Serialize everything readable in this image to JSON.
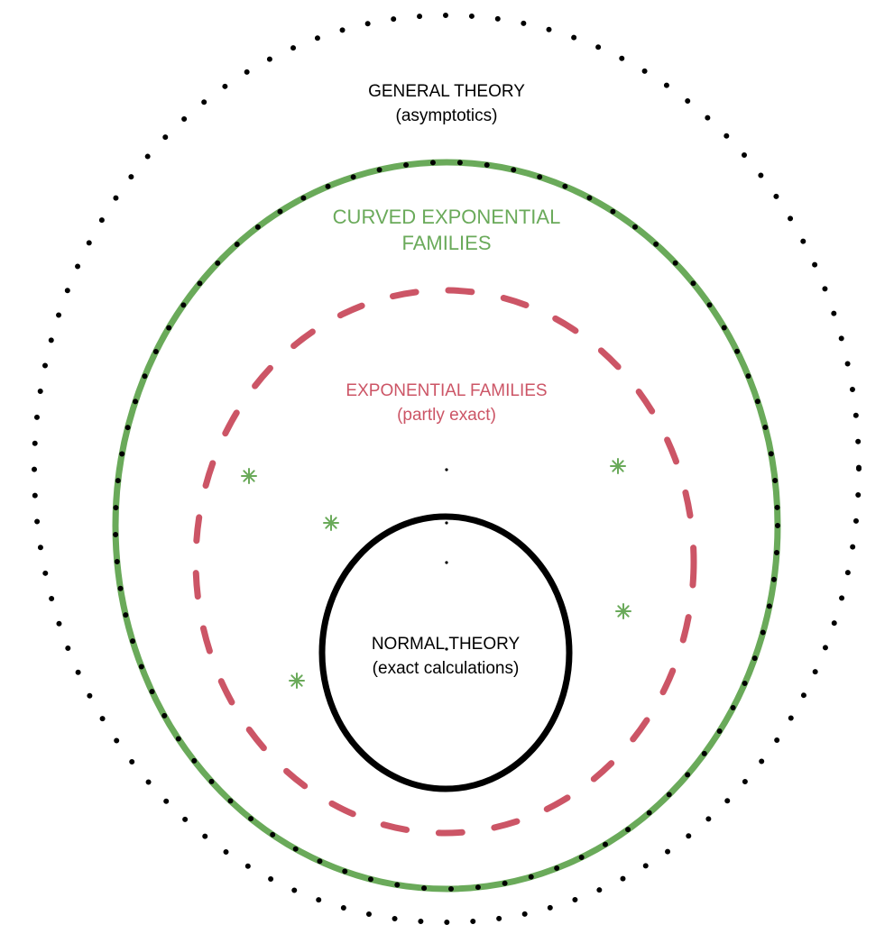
{
  "diagram": {
    "regions": [
      {
        "id": "general-theory",
        "title": "GENERAL THEORY",
        "subtitle": "(asymptotics)",
        "border_style": "dotted",
        "color": "#000000"
      },
      {
        "id": "curved-exponential-families",
        "title_line1": "CURVED EXPONENTIAL",
        "title_line2": "FAMILIES",
        "border_style": "solid",
        "color": "#6aaa5a"
      },
      {
        "id": "exponential-families",
        "title": "EXPONENTIAL FAMILIES",
        "subtitle": "(partly exact)",
        "border_style": "dashed",
        "color": "#cc5566"
      },
      {
        "id": "normal-theory",
        "title": "NORMAL THEORY",
        "subtitle": "(exact calculations)",
        "border_style": "solid",
        "color": "#000000"
      }
    ],
    "markers": {
      "glyph": "✳",
      "color": "#6aaa5a",
      "count": 5
    },
    "center_dots": {
      "count": 4,
      "color": "#000000"
    }
  }
}
